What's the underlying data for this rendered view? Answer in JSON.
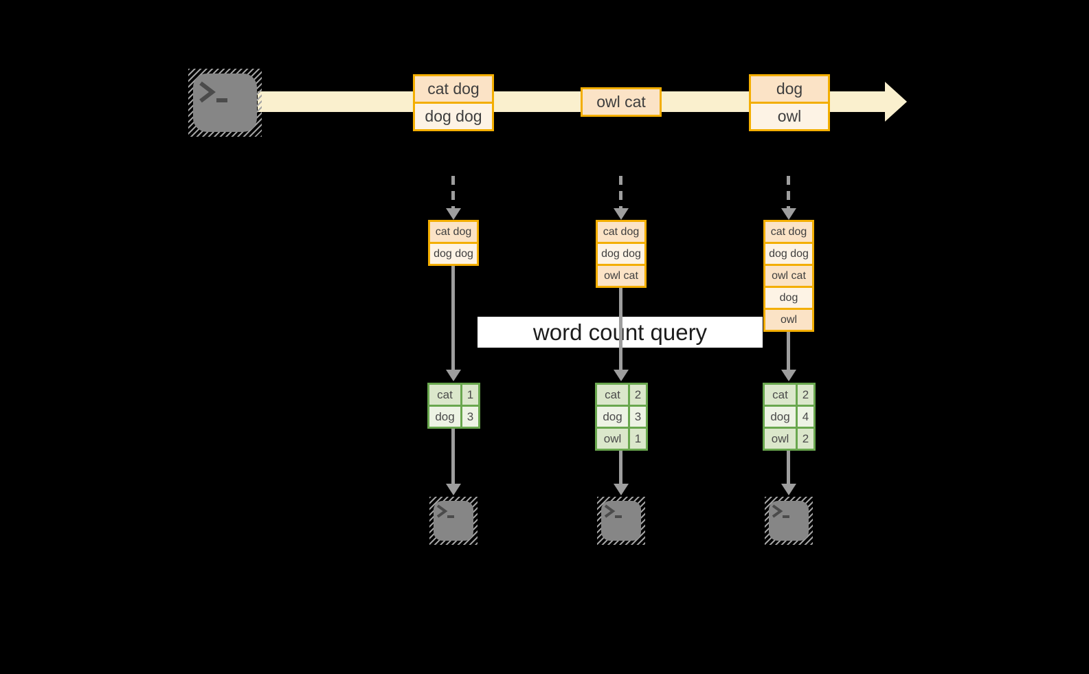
{
  "page": {
    "background": "#000000"
  },
  "diagram": {
    "query_label": "word count query",
    "source_icon": "terminal-icon",
    "sink_icons": [
      "terminal-icon",
      "terminal-icon",
      "terminal-icon"
    ],
    "stream_events": [
      {
        "lines": [
          "cat dog",
          "dog dog"
        ]
      },
      {
        "lines": [
          "owl cat"
        ]
      },
      {
        "lines": [
          "dog",
          "owl"
        ]
      }
    ],
    "snapshots": [
      {
        "buffer": [
          "cat dog",
          "dog dog"
        ],
        "counts": [
          {
            "word": "cat",
            "count": 1
          },
          {
            "word": "dog",
            "count": 3
          }
        ]
      },
      {
        "buffer": [
          "cat dog",
          "dog dog",
          "owl cat"
        ],
        "counts": [
          {
            "word": "cat",
            "count": 2
          },
          {
            "word": "dog",
            "count": 3
          },
          {
            "word": "owl",
            "count": 1
          }
        ]
      },
      {
        "buffer": [
          "cat dog",
          "dog dog",
          "owl cat",
          "dog",
          "owl"
        ],
        "counts": [
          {
            "word": "cat",
            "count": 2
          },
          {
            "word": "dog",
            "count": 4
          },
          {
            "word": "owl",
            "count": 2
          }
        ]
      }
    ]
  },
  "colors": {
    "background": "#000000",
    "stream_band": "#FAF0CE",
    "event_border": "#F3AE00",
    "event_fill_dark": "#FBE3C6",
    "event_fill_light": "#FDF3E5",
    "table_border": "#69A74E",
    "table_fill_dark": "#DBE7CB",
    "table_fill_light": "#EDF3E4",
    "arrow_gray": "#9E9E9E",
    "terminal_gray": "#868686",
    "label_bg": "#FFFFFF"
  }
}
